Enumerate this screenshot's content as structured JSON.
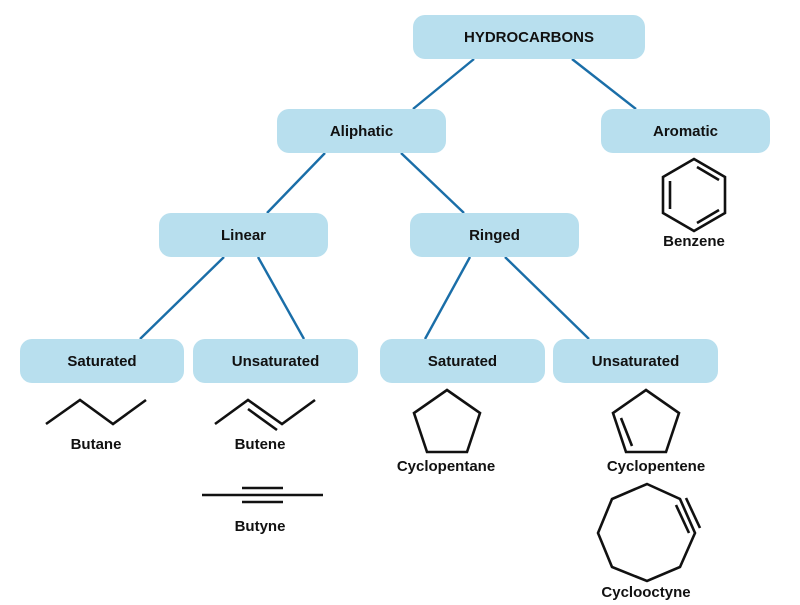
{
  "diagram": {
    "colors": {
      "node_fill": "#b8dfee",
      "connector": "#1a6ea8",
      "text": "#111111"
    },
    "nodes": {
      "root": "HYDROCARBONS",
      "aliphatic": "Aliphatic",
      "aromatic": "Aromatic",
      "linear": "Linear",
      "ringed": "Ringed",
      "linear_saturated": "Saturated",
      "linear_unsaturated": "Unsaturated",
      "ringed_saturated": "Saturated",
      "ringed_unsaturated": "Unsaturated"
    },
    "edges": [
      [
        "root",
        "aliphatic"
      ],
      [
        "root",
        "aromatic"
      ],
      [
        "aliphatic",
        "linear"
      ],
      [
        "aliphatic",
        "ringed"
      ],
      [
        "linear",
        "linear_saturated"
      ],
      [
        "linear",
        "linear_unsaturated"
      ],
      [
        "ringed",
        "ringed_saturated"
      ],
      [
        "ringed",
        "ringed_unsaturated"
      ]
    ],
    "examples": {
      "benzene": "Benzene",
      "butane": "Butane",
      "butene": "Butene",
      "butyne": "Butyne",
      "cyclopentane": "Cyclopentane",
      "cyclopentene": "Cyclopentene",
      "cyclooctyne": "Cyclooctyne"
    }
  }
}
